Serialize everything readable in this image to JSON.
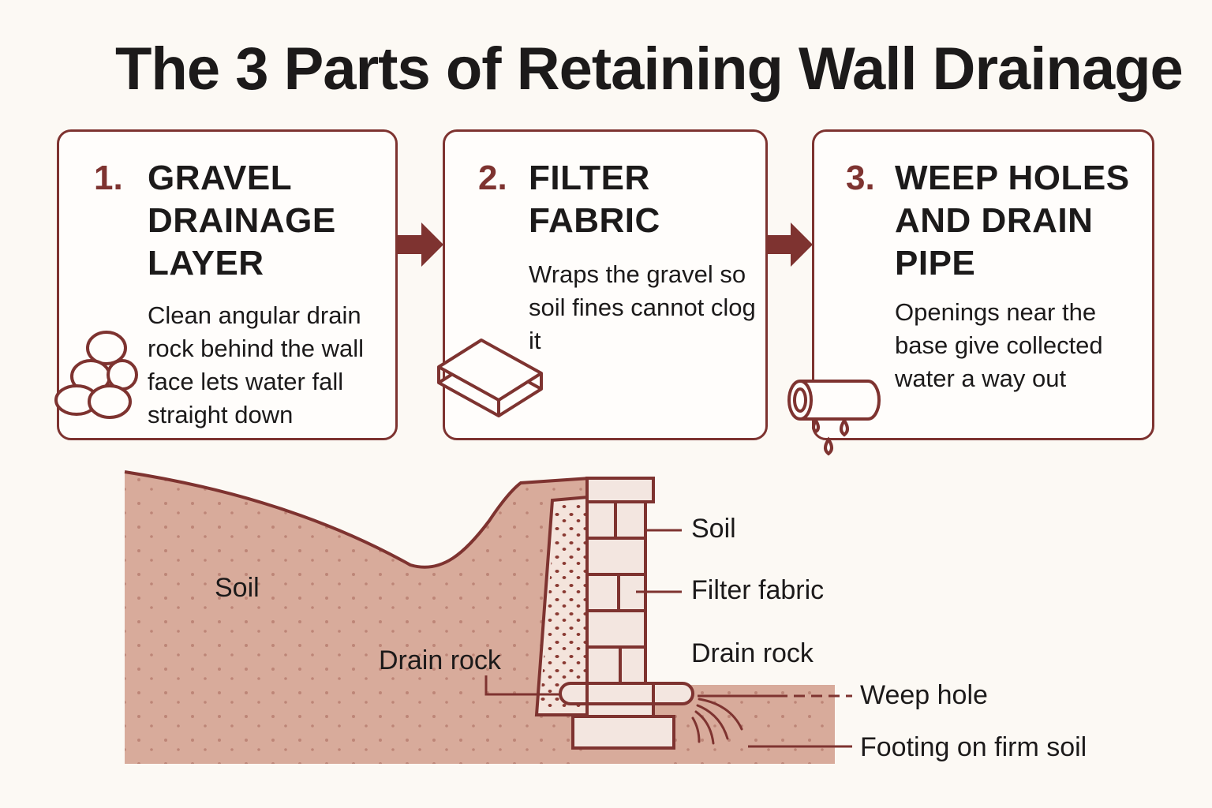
{
  "title": "The 3 Parts of Retaining Wall Drainage",
  "steps": [
    {
      "number": "1.",
      "heading": [
        "GRAVEL",
        "DRAINAGE",
        "LAYER"
      ],
      "description": "Clean angular drain rock behind the wall face lets water fall straight down",
      "icon": "gravel-icon"
    },
    {
      "number": "2.",
      "heading": [
        "FILTER",
        "FABRIC"
      ],
      "description": "Wraps the gravel so soil fines cannot clog it",
      "icon": "fabric-icon"
    },
    {
      "number": "3.",
      "heading": [
        "WEEP HOLES",
        "AND DRAIN",
        "PIPE"
      ],
      "description": "Openings near the base give collected water a way out",
      "icon": "drain-pipe-icon"
    }
  ],
  "diagram": {
    "soil_label": "Soil",
    "drain_rock_left_label": "Drain rock",
    "callouts": {
      "soil": "Soil",
      "filter_fabric": "Filter fabric",
      "drain_rock": "Drain rock",
      "weep_hole": "Weep hole",
      "footing": "Footing on firm soil"
    }
  },
  "colors": {
    "accent": "#7e3330",
    "soil": "#d8ab9b",
    "gravel_fill": "#f4e4dc",
    "card_border": "#7e3330"
  }
}
